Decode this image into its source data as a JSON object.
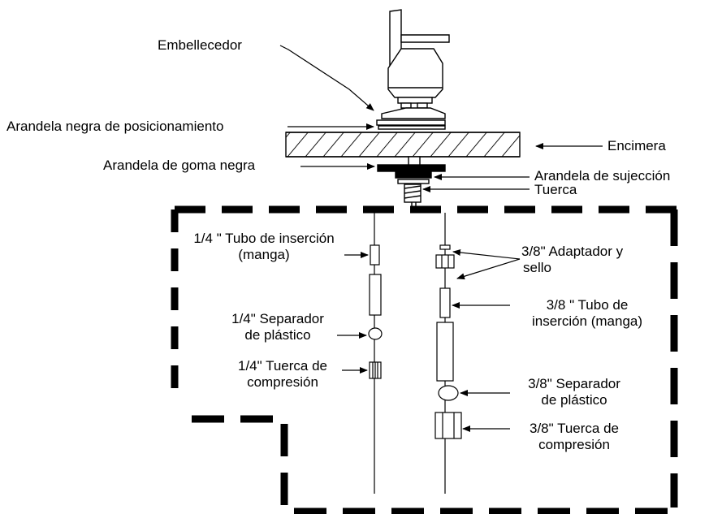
{
  "labels": {
    "embellecedor": "Embellecedor",
    "arandela_posicionamiento": "Arandela negra de posicionamiento",
    "encimera": "Encimera",
    "arandela_goma": "Arandela de goma negra",
    "arandela_sujeccion": "Arandela de sujección",
    "tuerca": "Tuerca",
    "tubo_14_line1": "1/4 \" Tubo de inserción",
    "tubo_14_line2": "(manga)",
    "separador_14_line1": "1/4\" Separador",
    "separador_14_line2": "de plástico",
    "tuerca_14_line1": "1/4\" Tuerca de",
    "tuerca_14_line2": "compresión",
    "adaptador_38_line1": "3/8\" Adaptador y",
    "adaptador_38_line2": "sello",
    "tubo_38_line1": "3/8 \" Tubo de",
    "tubo_38_line2": "inserción (manga)",
    "separador_38_line1": "3/8\" Separador",
    "separador_38_line2": "de plástico",
    "tuerca_38_line1": "3/8\" Tuerca de",
    "tuerca_38_line2": "compresión"
  },
  "colors": {
    "ink": "#000000",
    "background": "#ffffff"
  }
}
